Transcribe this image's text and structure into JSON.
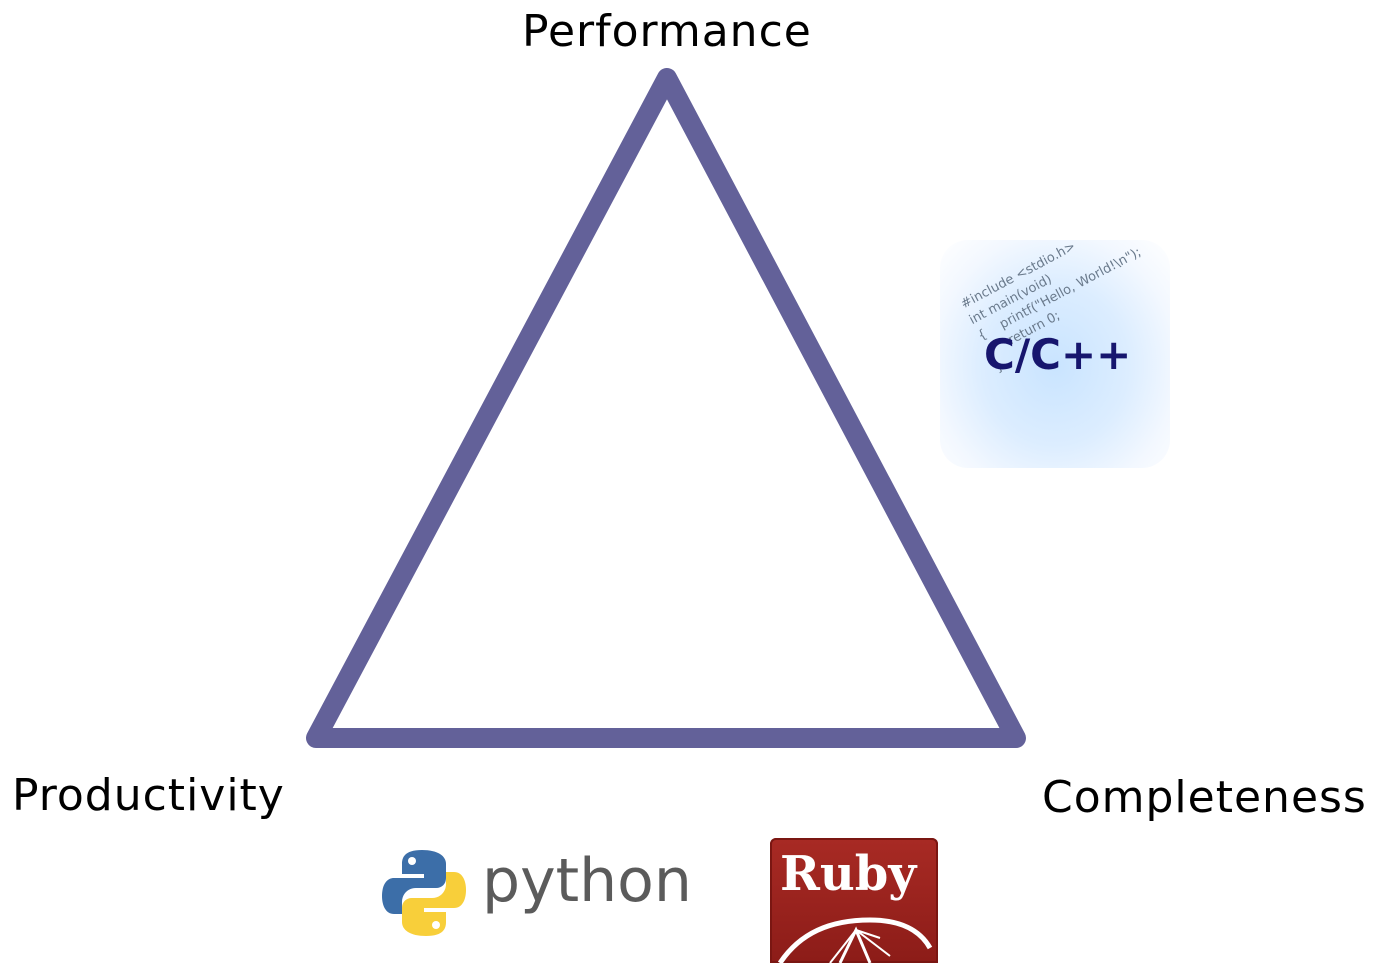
{
  "labels": {
    "top": "Performance",
    "left": "Productivity",
    "right": "Completeness"
  },
  "colors": {
    "triangle": "#636199",
    "text": "#000000",
    "c_text": "#17166e",
    "python_text": "#5b5b5b",
    "ruby_bg": "#9b231e"
  },
  "logos": {
    "c": {
      "label": "C/C++",
      "code_lines": [
        "#include <stdio.h>",
        "int main(void)",
        "{    printf(\"Hello, World!\\n\");",
        "      return 0;",
        "}"
      ]
    },
    "python": {
      "label": "python"
    },
    "ruby": {
      "label": "Ruby"
    }
  }
}
